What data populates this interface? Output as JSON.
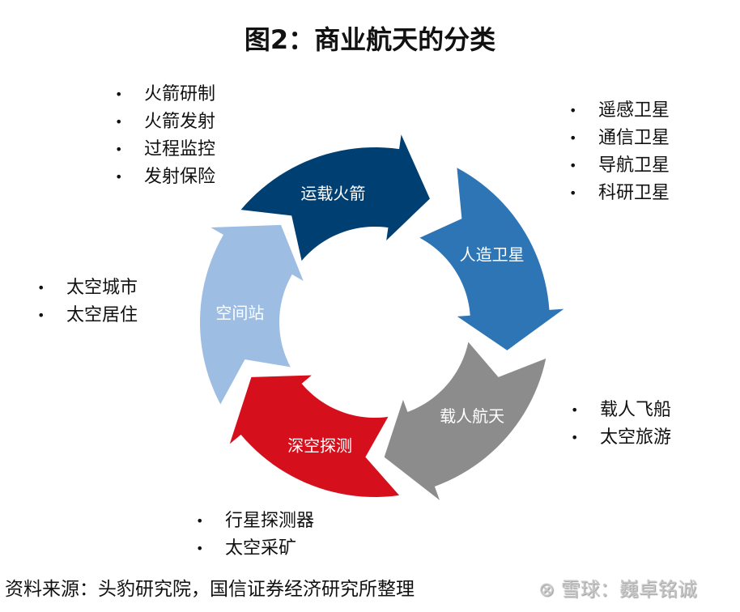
{
  "title": "图2：商业航天的分类",
  "segments": [
    {
      "label": "运载火箭",
      "color": "#003f72"
    },
    {
      "label": "人造卫星",
      "color": "#2e75b6"
    },
    {
      "label": "载人航天",
      "color": "#8c8c8c"
    },
    {
      "label": "深空探测",
      "color": "#d50f1c"
    },
    {
      "label": "空间站",
      "color": "#9dbde3"
    }
  ],
  "lists": {
    "rocket": [
      "火箭研制",
      "火箭发射",
      "过程监控",
      "发射保险"
    ],
    "satellite": [
      "遥感卫星",
      "通信卫星",
      "导航卫星",
      "科研卫星"
    ],
    "station": [
      "太空城市",
      "太空居住"
    ],
    "manned": [
      "载人飞船",
      "太空旅游"
    ],
    "deep": [
      "行星探测器",
      "太空采矿"
    ]
  },
  "source": "资料来源：头豹研究院，国信证券经济研究所整理",
  "watermark": "雪球：巍卓铭诚"
}
